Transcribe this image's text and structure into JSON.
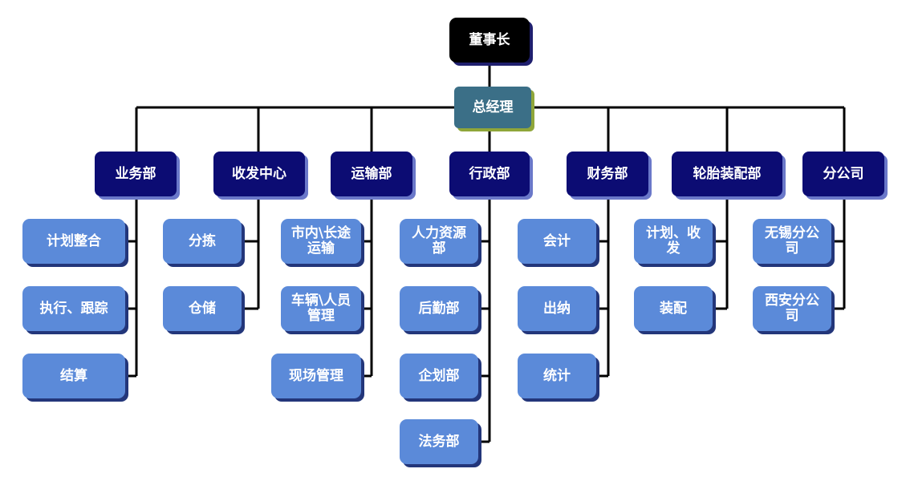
{
  "chairman": "董事长",
  "general_manager": "总经理",
  "departments": [
    {
      "label": "业务部",
      "children": [
        "计划整合",
        "执行、跟踪",
        "结算"
      ]
    },
    {
      "label": "收发中心",
      "children": [
        "分拣",
        "仓储"
      ]
    },
    {
      "label": "运输部",
      "children": [
        "市内\\长途运输",
        "车辆\\人员管理",
        "现场管理"
      ]
    },
    {
      "label": "行政部",
      "children": [
        "人力资源部",
        "后勤部",
        "企划部",
        "法务部"
      ]
    },
    {
      "label": "财务部",
      "children": [
        "会计",
        "出纳",
        "统计"
      ]
    },
    {
      "label": "轮胎装配部",
      "children": [
        "计划、收发",
        "装配"
      ]
    },
    {
      "label": "分公司",
      "children": [
        "无锡分公司",
        "西安分公司"
      ]
    }
  ],
  "colors": {
    "chairman_fill": "#000000",
    "gm_fill": "#3b6f87",
    "dept_fill": "#0c0c73",
    "sub_fill": "#5b8ad9",
    "line": "#000000"
  }
}
